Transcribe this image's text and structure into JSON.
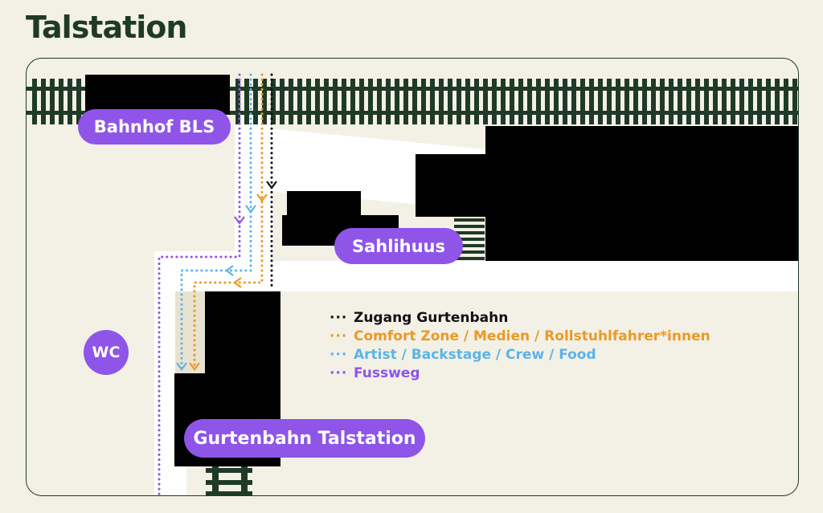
{
  "title": "Talstation",
  "labels": {
    "bahnhof": "Bahnhof BLS",
    "sahlihuus": "Sahlihuus",
    "gurtenbahn": "Gurtenbahn Talstation",
    "wc": "WC"
  },
  "legend": [
    {
      "dots": "∴",
      "label": "Zugang Gurtenbahn",
      "color": "#111111"
    },
    {
      "dots": "∴",
      "label": "Comfort Zone / Medien / Rollstuhlfahrer*innen",
      "color": "#ea9a26"
    },
    {
      "dots": "∴",
      "label": "Artist / Backstage / Crew / Food",
      "color": "#5bb4e6"
    },
    {
      "dots": "∴",
      "label": "Fussweg",
      "color": "#8e55e8"
    }
  ],
  "colors": {
    "background": "#f3f0e6",
    "dark_green": "#1f3a26",
    "purple": "#8e55e8",
    "orange": "#ea9a26",
    "blue": "#5bb4e6",
    "black": "#111111"
  }
}
